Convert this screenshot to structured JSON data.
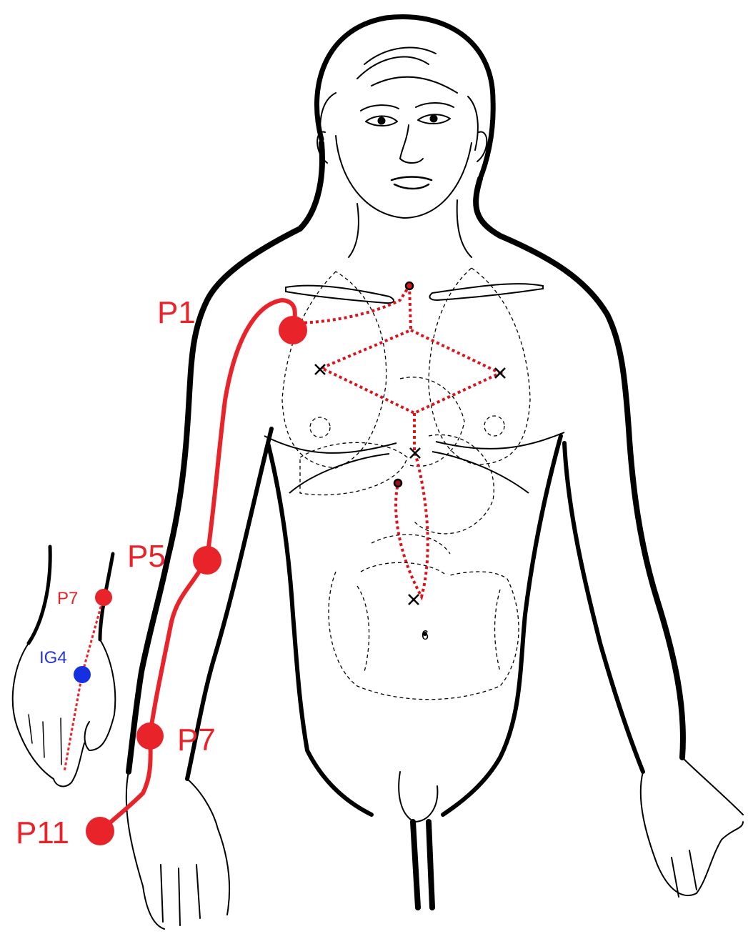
{
  "points": {
    "p1": {
      "label": "P1"
    },
    "p5": {
      "label": "P5"
    },
    "p7": {
      "label": "P7"
    },
    "p11": {
      "label": "P11"
    }
  },
  "inset": {
    "p7": {
      "label": "P7"
    },
    "ig4": {
      "label": "IG4"
    }
  },
  "navel_mark": "6",
  "colors": {
    "meridian": "#e8232a",
    "internal_path": "#d8141c",
    "ig4_point": "#1430e0",
    "ig4_label": "#2a34d6",
    "outline": "#000000"
  }
}
